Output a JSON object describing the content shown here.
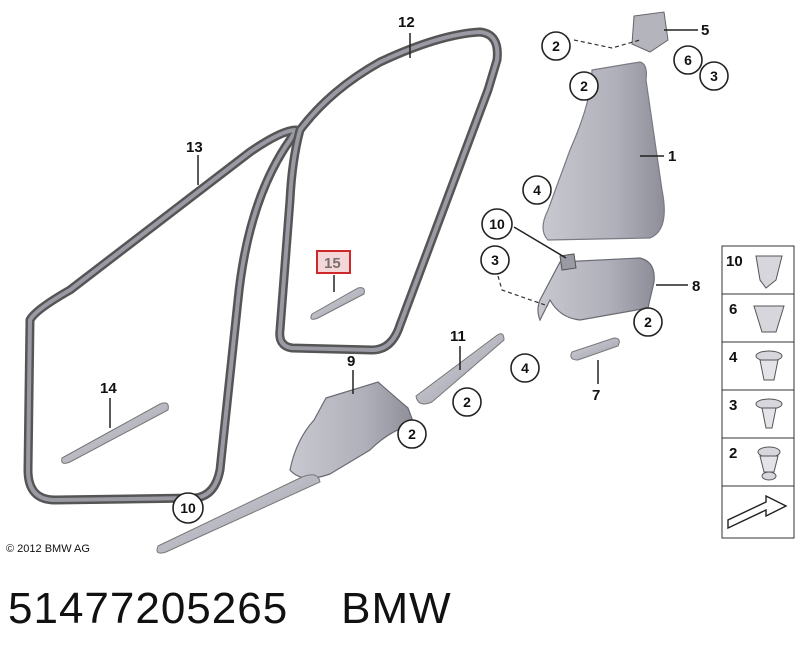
{
  "diagram": {
    "copyright": "© 2012 BMW AG",
    "part_id": "51477205265",
    "brand": "BMW",
    "labels": {
      "l1": "1",
      "l5": "5",
      "l7": "7",
      "l8": "8",
      "l9": "9",
      "l11": "11",
      "l12": "12",
      "l13": "13",
      "l14": "14",
      "l15": "15"
    },
    "circled": {
      "c2a": "2",
      "c2b": "2",
      "c2c": "2",
      "c2d": "2",
      "c2e": "2",
      "c3a": "3",
      "c3b": "3",
      "c4a": "4",
      "c4b": "4",
      "c6": "6",
      "c10a": "10",
      "c10b": "10"
    },
    "legend": [
      "10",
      "6",
      "4",
      "3",
      "2"
    ]
  }
}
